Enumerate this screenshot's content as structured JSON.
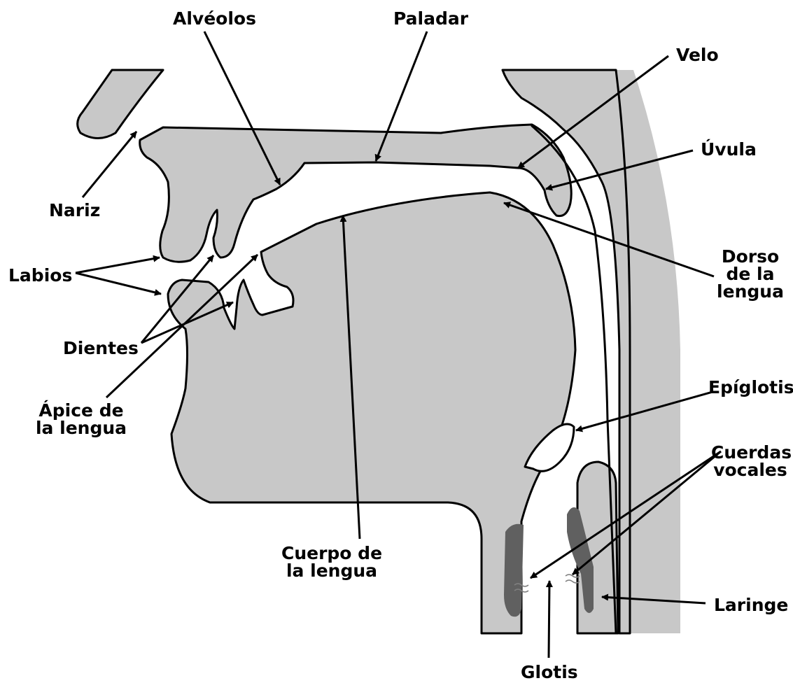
{
  "diagram": {
    "colors": {
      "tissue": "#c8c8c8",
      "vocal_folds": "#606060",
      "outline": "#000000",
      "background": "#ffffff"
    },
    "labels": {
      "alveolos": "Alvéolos",
      "paladar": "Paladar",
      "velo": "Velo",
      "uvula": "Úvula",
      "nariz": "Nariz",
      "labios": "Labios",
      "dorso_1": "Dorso",
      "dorso_2": "de la",
      "dorso_3": "lengua",
      "dientes": "Dientes",
      "apice_1": "Ápice de",
      "apice_2": "la lengua",
      "epiglotis": "Epíglotis",
      "cuerdas_1": "Cuerdas",
      "cuerdas_2": "vocales",
      "cuerpo_1": "Cuerpo de",
      "cuerpo_2": "la lengua",
      "laringe": "Laringe",
      "glotis": "Glotis"
    }
  }
}
